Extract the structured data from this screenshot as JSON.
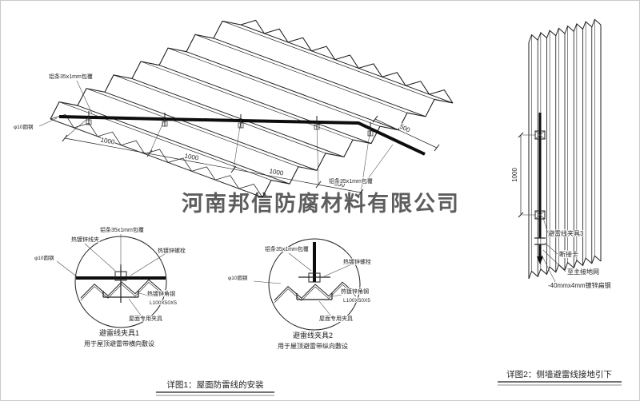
{
  "watermark": "河南邦信防腐材料有限公司",
  "main_drawing": {
    "label_alu_strip": "铝条35x1mm包覆",
    "label_round_steel": "φ10圆钢",
    "dims": {
      "seg1": "1000",
      "seg2": "1000",
      "seg3": "1000",
      "seg4": "500",
      "overhang": "500"
    }
  },
  "detail_1": {
    "title": "避雷线夹具1",
    "subtitle": "用于屋顶避雷带横向敷设",
    "labels": {
      "wire_clip": "热镀锌线夹",
      "alu_strip": "铝条35x1mm包覆",
      "bolt": "热镀锌螺栓",
      "round_steel": "φ10圆钢",
      "angle_steel": "热镀锌角钢",
      "angle_spec": "L100X50X5",
      "roof_clamp": "屋面专用夹具"
    }
  },
  "detail_2": {
    "title": "避雷线夹具2",
    "subtitle": "用于屋顶避雷带纵向敷设",
    "labels": {
      "alu_strip": "铝条35x1mm包覆",
      "bolt": "热镀锌螺栓",
      "round_steel": "φ10圆钢",
      "angle_steel": "热镀锌角钢",
      "angle_spec": "L100X50X5",
      "roof_clamp": "屋面专用夹具"
    }
  },
  "wall_drawing": {
    "dim_height": "1000",
    "labels": {
      "clamp3": "避雷线夹具3",
      "disconnect": "断接卡",
      "to_ground": "至主接地网",
      "flat_steel": "-40mmx4mm镀锌扁钢"
    }
  },
  "captions": {
    "detail1": "详图1：屋面防雷线的安装",
    "detail2": "详图2：侧墙避雷线接地引下"
  },
  "colors": {
    "line": "#1f1f1f",
    "red": "#c22222",
    "watermark": "#9b9b9b"
  }
}
